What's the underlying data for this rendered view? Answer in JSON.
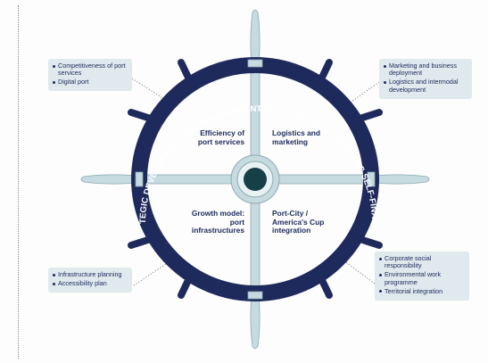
{
  "ring_text": "STRATEGIC DEVELOPMENT AND MANAGEMENT WITH A VIEW TO ECONOMIC SELF-FINANCING",
  "quadrants": {
    "top_left": "Efficiency of port services",
    "top_right": "Logistics and marketing",
    "bottom_left": "Growth model: port infrastructures",
    "bottom_right": "Port-City / America's Cup integration"
  },
  "callouts": {
    "top_left": [
      "Competitiveness of port services",
      "Digital port"
    ],
    "top_right": [
      "Marketing and business deployment",
      "Logistics and intermodal development"
    ],
    "bottom_left": [
      "Infrastructure planning",
      "Accessibility plan"
    ],
    "bottom_right": [
      "Corporate social responsibility",
      "Environmental work programme",
      "Territorial integration"
    ]
  },
  "colors": {
    "navy": "#1f2a5c",
    "spoke": "#c5dbe0",
    "spoke_stroke": "#8fa9b1",
    "hub_center": "#163f47",
    "callout_bg": "#dfe9ee"
  }
}
